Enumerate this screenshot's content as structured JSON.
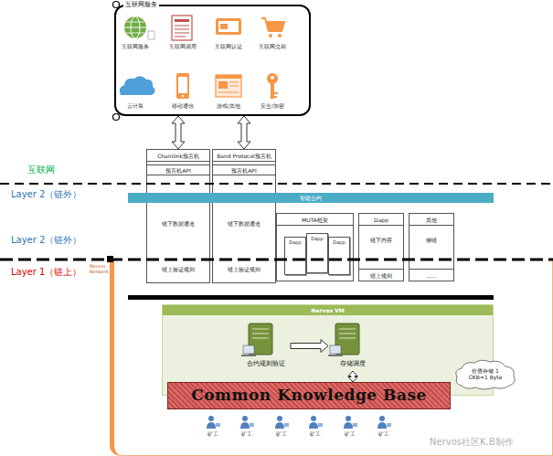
{
  "diagram": {
    "nodes": [
      {
        "text": [
          "互联网服务"
        ]
      },
      {
        "text": [
          "Chainlink预言机",
          "预言机API",
          "链下数据通道",
          "链上验证规则"
        ]
      },
      {
        "text": [
          "Band Protocol预言机",
          "预言机API",
          "链下数据通道",
          "链上验证规则"
        ]
      },
      {
        "text": [
          "智能合约"
        ]
      },
      {
        "text": [
          "MUTA框架"
        ]
      },
      {
        "text": [
          "Dapp"
        ],
        "in": 4
      },
      {
        "text": [
          "Dapp"
        ],
        "in": 4
      },
      {
        "text": [
          "Dapp"
        ],
        "in": 4
      },
      {
        "text": [
          "Dapp",
          "链下内容",
          "链上规则"
        ]
      },
      {
        "text": [
          "其他",
          "侧链",
          "......"
        ]
      },
      {
        "text": [
          "Nervos Network"
        ]
      },
      {
        "text": [
          "Nervos VM"
        ],
        "in": 10
      },
      {
        "text": [
          "合约规则验证"
        ],
        "in": 11
      },
      {
        "text": [
          "存储调度"
        ],
        "in": 11
      },
      {
        "text": [
          "价值存储 1 CKB=1 Byte"
        ],
        "in": 10
      },
      {
        "text": [
          "Common Knowledge Base"
        ],
        "in": 10
      }
    ],
    "edges": [
      {
        "from": 0,
        "to": 1,
        "arrow": "both"
      },
      {
        "from": 0,
        "to": 2,
        "arrow": "both"
      },
      {
        "from": 12,
        "to": 13,
        "arrow": "to"
      },
      {
        "from": 13,
        "to": 15,
        "arrow": "both"
      }
    ],
    "labels": [
      "互联网服务",
      "互联网调用",
      "互联网认证",
      "互联网交易",
      "云计算",
      "移动通信",
      "游戏/其他",
      "安全/加密",
      "互联网",
      "Layer 2（链外）",
      "Layer 2（链外）",
      "Layer 1（链上）",
      "矿工",
      "矿工",
      "矿工",
      "矿工",
      "矿工",
      "矿工",
      "Nervos社区K.B制作"
    ]
  }
}
